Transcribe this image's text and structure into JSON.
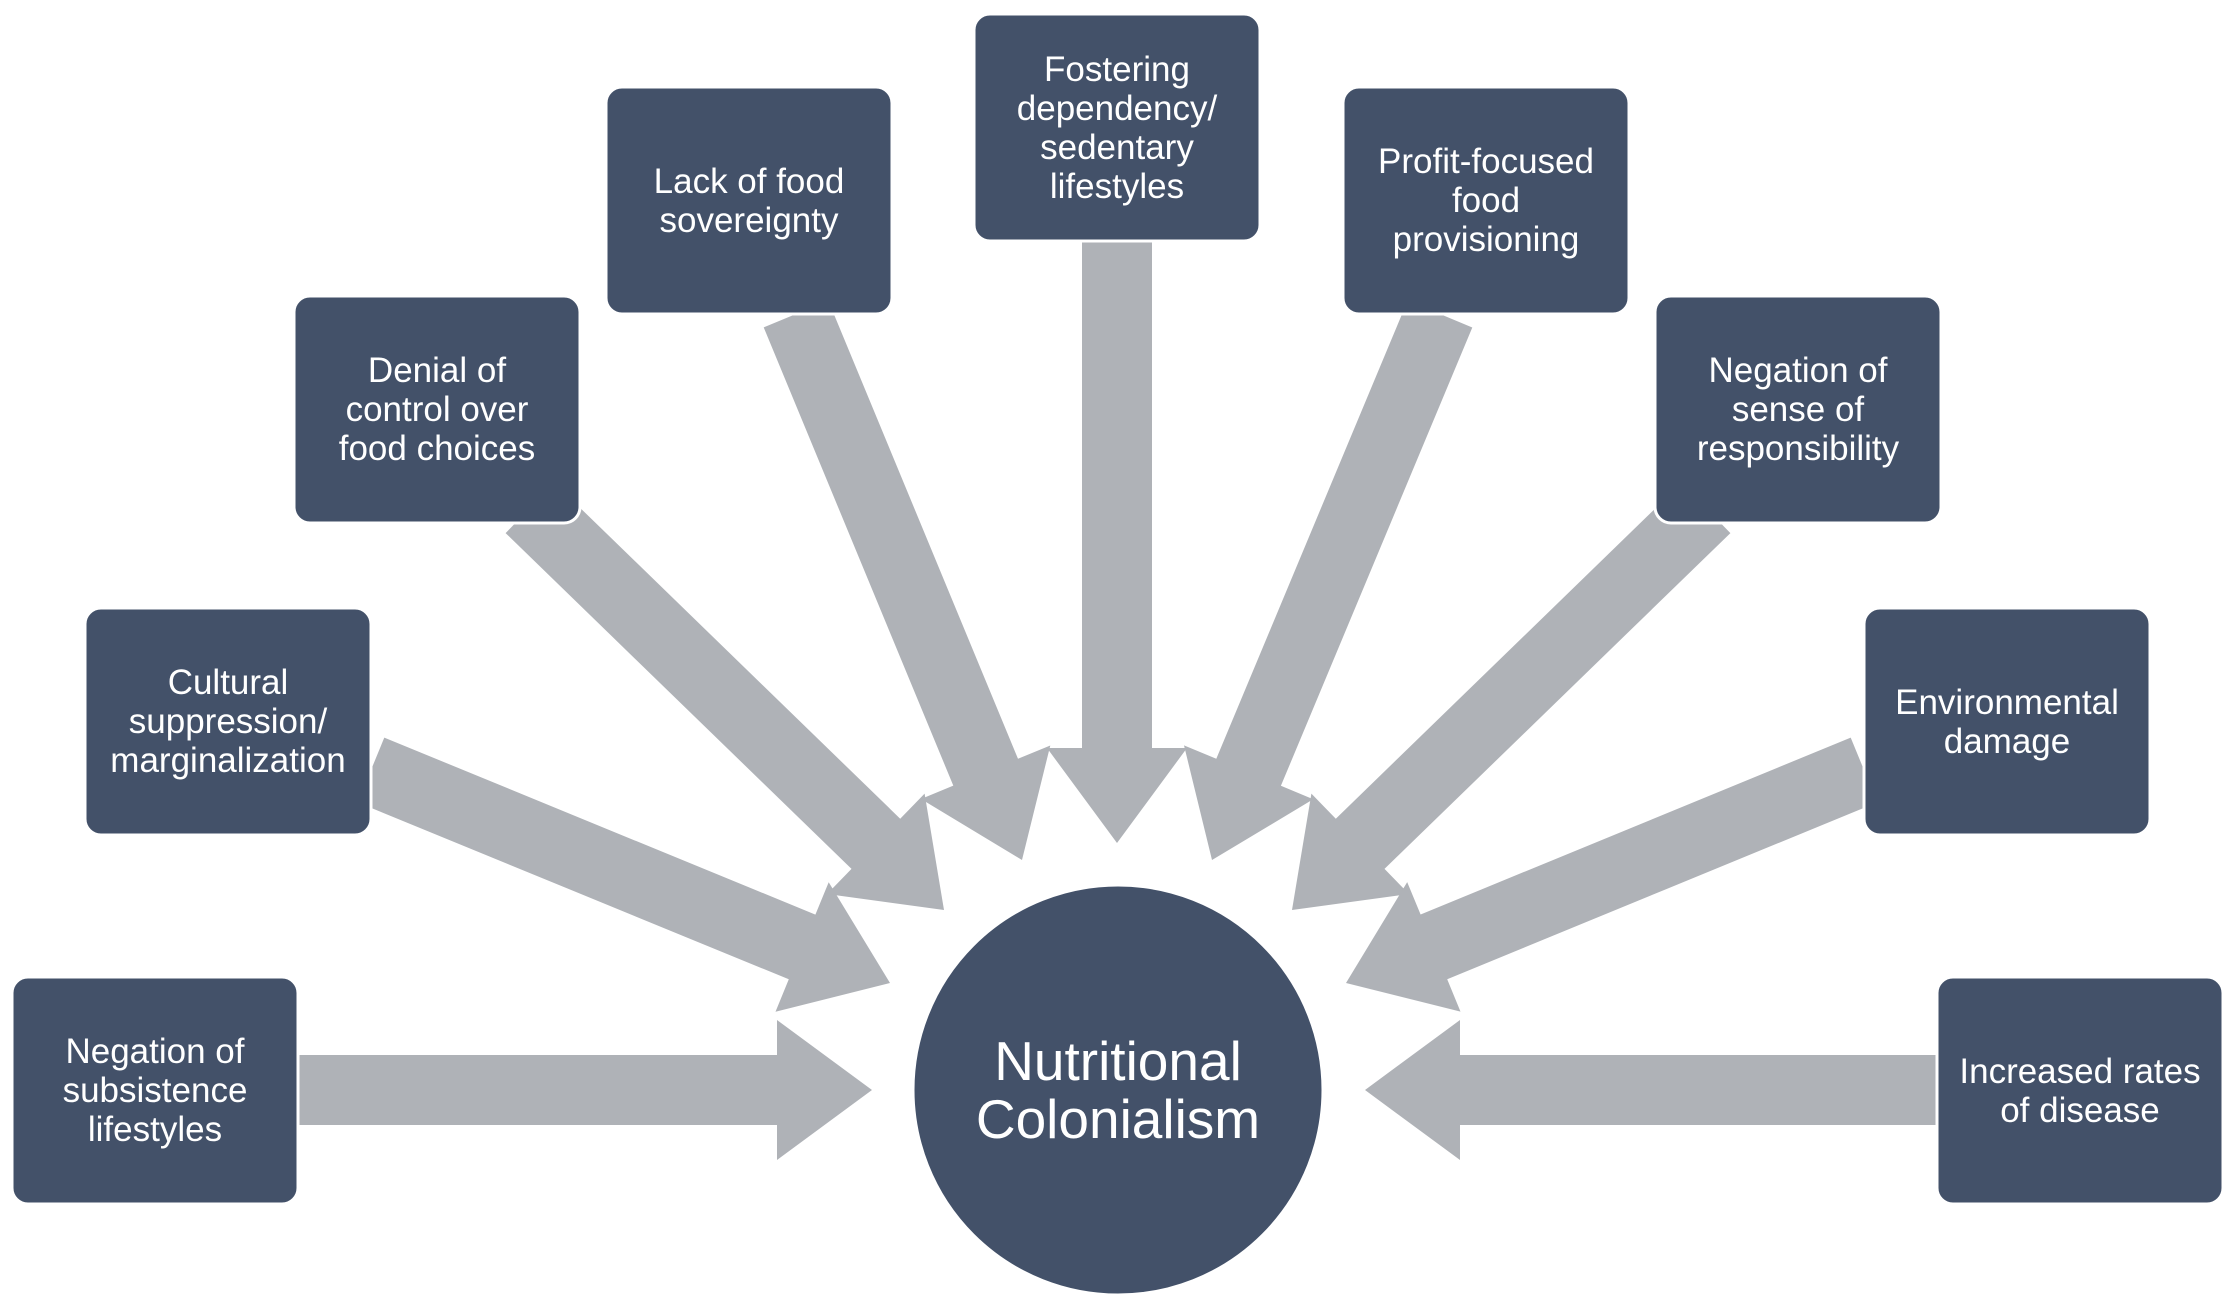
{
  "center": {
    "label": "Nutritional\nColonialism"
  },
  "nodes": [
    {
      "id": "negation-subsistence",
      "label": "Negation of\nsubsistence\nlifestyles"
    },
    {
      "id": "cultural-suppression",
      "label": "Cultural\nsuppression/\nmarginalization"
    },
    {
      "id": "denial-control",
      "label": "Denial of\ncontrol over\nfood choices"
    },
    {
      "id": "lack-sovereignty",
      "label": "Lack of food\nsovereignty"
    },
    {
      "id": "fostering-dependency",
      "label": "Fostering\ndependency/\nsedentary\nlifestyles"
    },
    {
      "id": "profit-focused",
      "label": "Profit-focused\nfood\nprovisioning"
    },
    {
      "id": "negation-responsibility",
      "label": "Negation of\nsense of\nresponsibility"
    },
    {
      "id": "environmental-damage",
      "label": "Environmental\ndamage"
    },
    {
      "id": "increased-disease",
      "label": "Increased rates\nof disease"
    }
  ],
  "colors": {
    "node_fill": "#435169",
    "node_outline": "#ffffff",
    "arrow_fill": "#afb2b7",
    "text": "#ffffff"
  }
}
